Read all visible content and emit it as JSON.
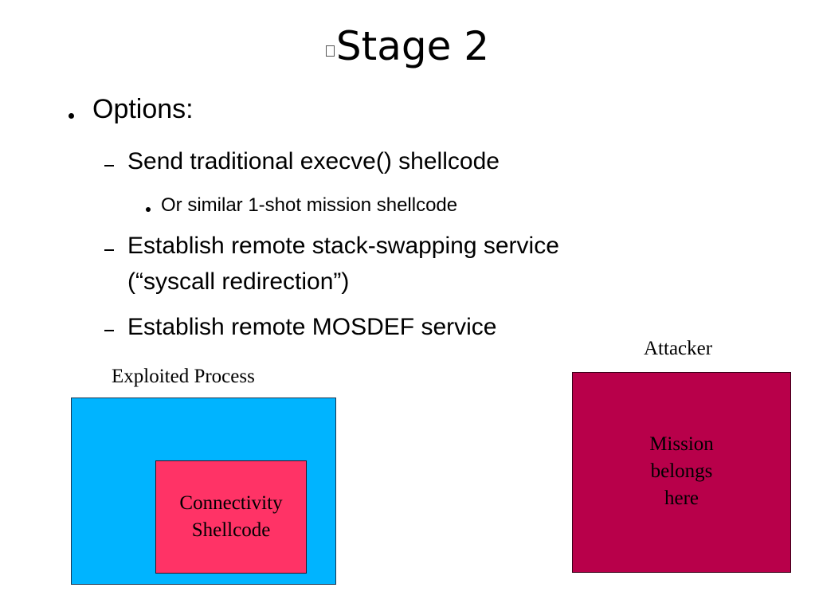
{
  "slide": {
    "title": "Stage 2",
    "title_icon": "missing-glyph-icon",
    "bullets": {
      "options": "Options:",
      "send_shellcode": "Send traditional execve() shellcode",
      "similar": "Or similar 1-shot mission shellcode",
      "stack_swapping_line1": "Establish remote stack-swapping service",
      "stack_swapping_line2": "(“syscall redirection”)",
      "mosdef": "Establish remote MOSDEF service"
    },
    "diagram": {
      "exploited_label": "Exploited Process",
      "connectivity_text": "Connectivity\nShellcode",
      "attacker_label": "Attacker",
      "mission_text": "Mission\nbelongs\nhere"
    },
    "colors": {
      "exploited_box": "#00b4ff",
      "connectivity_box": "#ff3366",
      "attacker_box": "#b8004a"
    }
  }
}
